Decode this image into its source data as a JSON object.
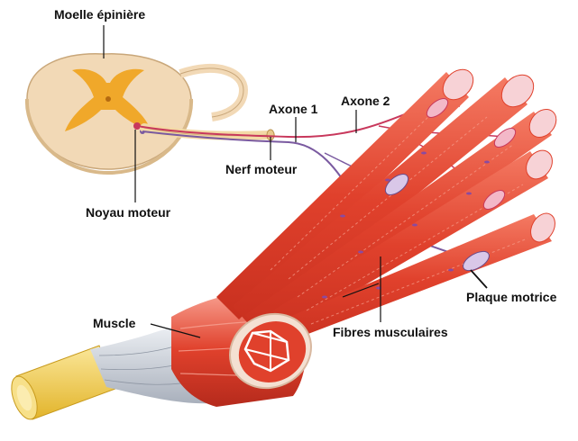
{
  "labels": {
    "spinal_cord": "Moelle épinière",
    "motor_nucleus": "Noyau moteur",
    "motor_nerve": "Nerf moteur",
    "axon_1": "Axone 1",
    "axon_2": "Axone 2",
    "motor_plate": "Plaque motrice",
    "muscle_fibers": "Fibres musculaires",
    "muscle": "Muscle"
  },
  "colors": {
    "cord_tissue": "#f2d9b6",
    "grey_matter": "#f0a82a",
    "muscle_red": "#e0412c",
    "muscle_light": "#f47a63",
    "nerve_sheath": "#f3d9a6",
    "axon_1": "#7a5aa0",
    "axon_2": "#c8385c",
    "plate": "#6a4a8a",
    "tendon": "#c8cdd6",
    "bone": "#f3d24a"
  }
}
